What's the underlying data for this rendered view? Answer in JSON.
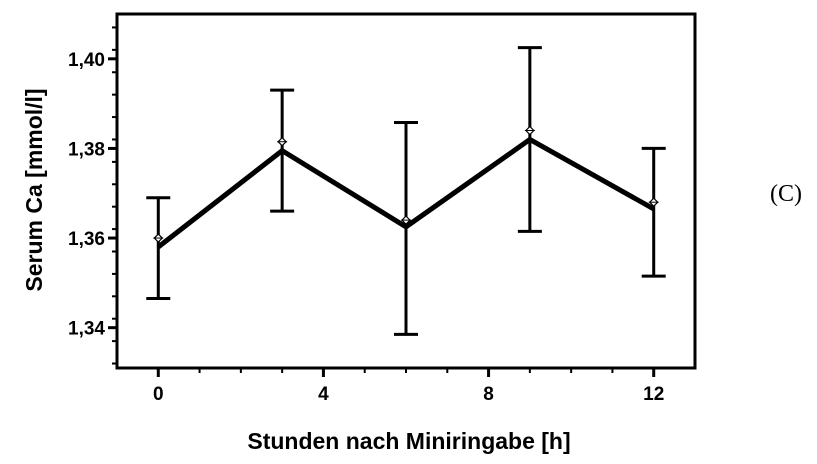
{
  "chart_data": {
    "type": "line",
    "title": "",
    "xlabel": "Stunden nach Miniringabe [h]",
    "ylabel": "Serum Ca [mmol/l]",
    "panel_label": "(C)",
    "xlim": [
      -1,
      13
    ],
    "ylim": [
      1.331,
      1.41
    ],
    "x_ticks": [
      0,
      4,
      8,
      12
    ],
    "x_tick_labels": [
      "0",
      "4",
      "8",
      "12"
    ],
    "y_ticks": [
      1.34,
      1.36,
      1.38,
      1.4
    ],
    "y_tick_labels": [
      "1,34",
      "1,36",
      "1,38",
      "1,40"
    ],
    "grid": false,
    "series": [
      {
        "x": [
          0,
          3,
          6,
          9,
          12
        ],
        "values": [
          1.358,
          1.3795,
          1.3625,
          1.382,
          1.3665
        ],
        "markers": [
          1.36,
          1.3815,
          1.364,
          1.384,
          1.368
        ],
        "error_low": [
          1.3465,
          1.366,
          1.3385,
          1.3615,
          1.3515
        ],
        "error_high": [
          1.369,
          1.393,
          1.3858,
          1.4025,
          1.38
        ]
      }
    ],
    "colors": {
      "line": "#000000",
      "axis": "#000000",
      "background": "#ffffff"
    }
  }
}
